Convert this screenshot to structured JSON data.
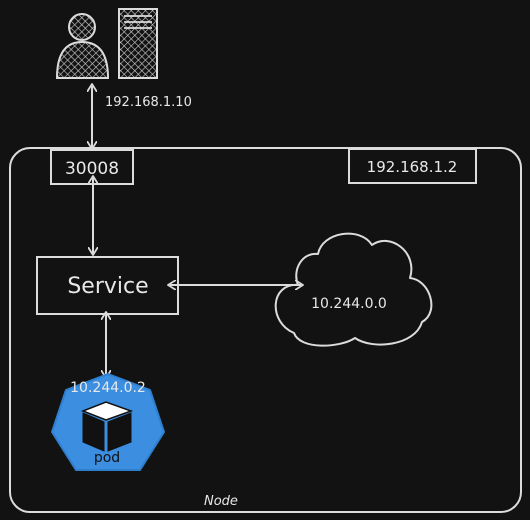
{
  "client": {
    "ip": "192.168.1.10"
  },
  "node": {
    "label": "Node",
    "ip": "192.168.1.2",
    "node_port": "30008"
  },
  "service": {
    "label": "Service"
  },
  "pod_network": {
    "cidr": "10.244.0.0"
  },
  "pod": {
    "ip": "10.244.0.2",
    "label": "pod"
  },
  "colors": {
    "background": "#121212",
    "stroke": "#dcdcdc",
    "pod_fill": "#3b8ee0"
  }
}
